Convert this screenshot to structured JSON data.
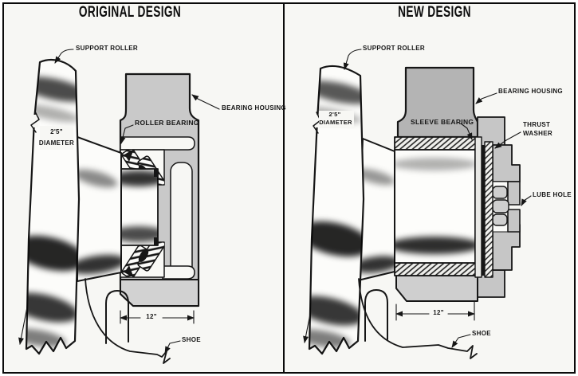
{
  "figure": {
    "kind": "engineering cross-section comparison drawing",
    "panel_count": 2
  },
  "colors": {
    "ink": "#161616",
    "paper": "#f7f7f4",
    "housing_light_gray": "#c9c9c9",
    "housing_dark_gray": "#b4b4b4",
    "cap_gray": "#c6c6c6",
    "block_gray": "#d2d2d2"
  },
  "panels": {
    "original": {
      "title": "ORIGINAL DESIGN",
      "labels": {
        "support_roller": "SUPPORT ROLLER",
        "diameter_value": "2'5\"",
        "diameter_word": "DIAMETER",
        "bearing": "ROLLER BEARING",
        "bearing_housing": "BEARING HOUSING",
        "width_dim": "12\"",
        "shoe": "SHOE"
      }
    },
    "new": {
      "title": "NEW DESIGN",
      "labels": {
        "support_roller": "SUPPORT ROLLER",
        "diameter_value": "2'5\"",
        "diameter_word": "DIAMETER",
        "bearing": "SLEEVE BEARING",
        "bearing_housing": "BEARING HOUSING",
        "thrust_washer_1": "THRUST",
        "thrust_washer_2": "WASHER",
        "lube_hole": "LUBE HOLE",
        "width_dim": "12\"",
        "shoe": "SHOE"
      }
    }
  }
}
